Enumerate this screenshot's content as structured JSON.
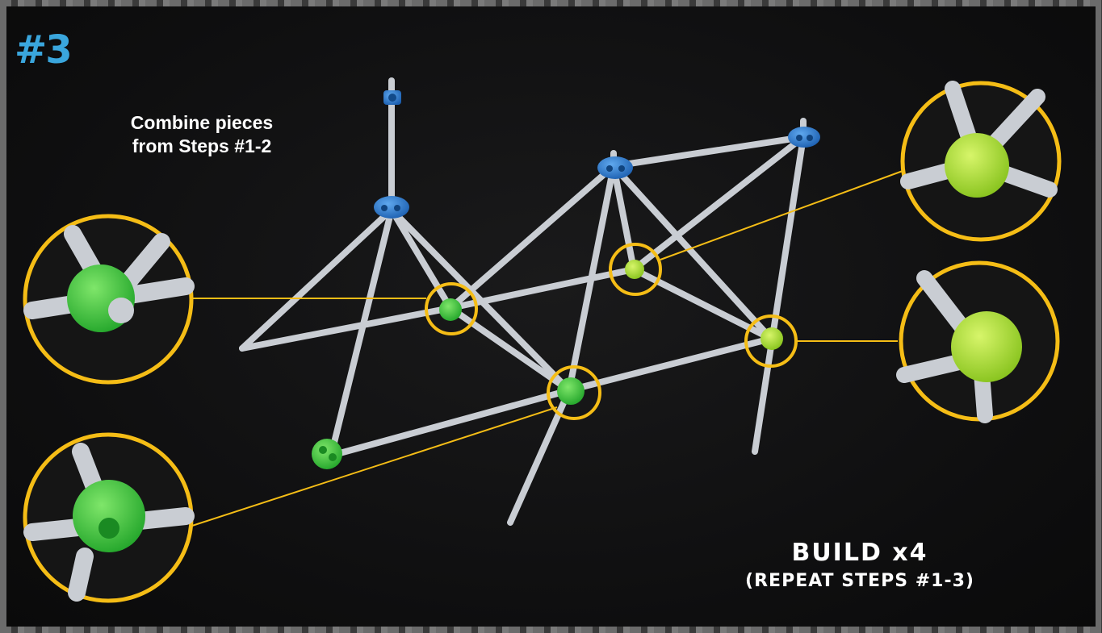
{
  "step_label": "#3",
  "instruction": {
    "line1": "Combine pieces",
    "line2": "from Steps #1-2"
  },
  "build": {
    "title": "BUILD x4",
    "subtitle": "(REPEAT STEPS #1-3)"
  },
  "colors": {
    "background": "#0f0f10",
    "step_number": "#3aa6dd",
    "callout_ring": "#f5bd16",
    "rod": "#cfd3d8",
    "connector_blue": "#2f7fd0",
    "connector_green": "#3cc63c",
    "connector_lime": "#a6df2a"
  }
}
